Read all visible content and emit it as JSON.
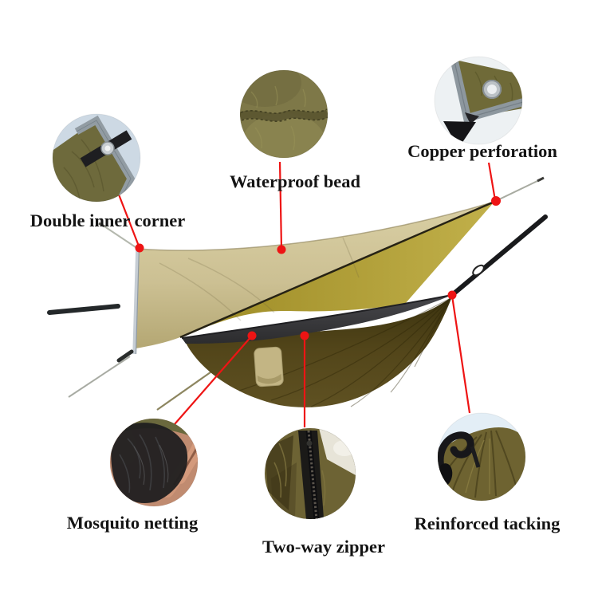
{
  "scene": {
    "background_color": "#ffffff",
    "tarp_color_light": "#cfc396",
    "tarp_color_dark": "#b3a134",
    "hammock_color": "#4a3d15",
    "netting_color": "#3d3d40",
    "leader_line_color": "#ee1414",
    "label_text_color": "#141414"
  },
  "callouts": [
    {
      "id": "double-inner-corner",
      "label": "Double inner corner"
    },
    {
      "id": "waterproof-bead",
      "label": "Waterproof bead"
    },
    {
      "id": "copper-perforation",
      "label": "Copper perforation"
    },
    {
      "id": "mosquito-netting",
      "label": "Mosquito netting"
    },
    {
      "id": "two-way-zipper",
      "label": "Two-way zipper"
    },
    {
      "id": "reinforced-tacking",
      "label": "Reinforced tacking"
    }
  ]
}
